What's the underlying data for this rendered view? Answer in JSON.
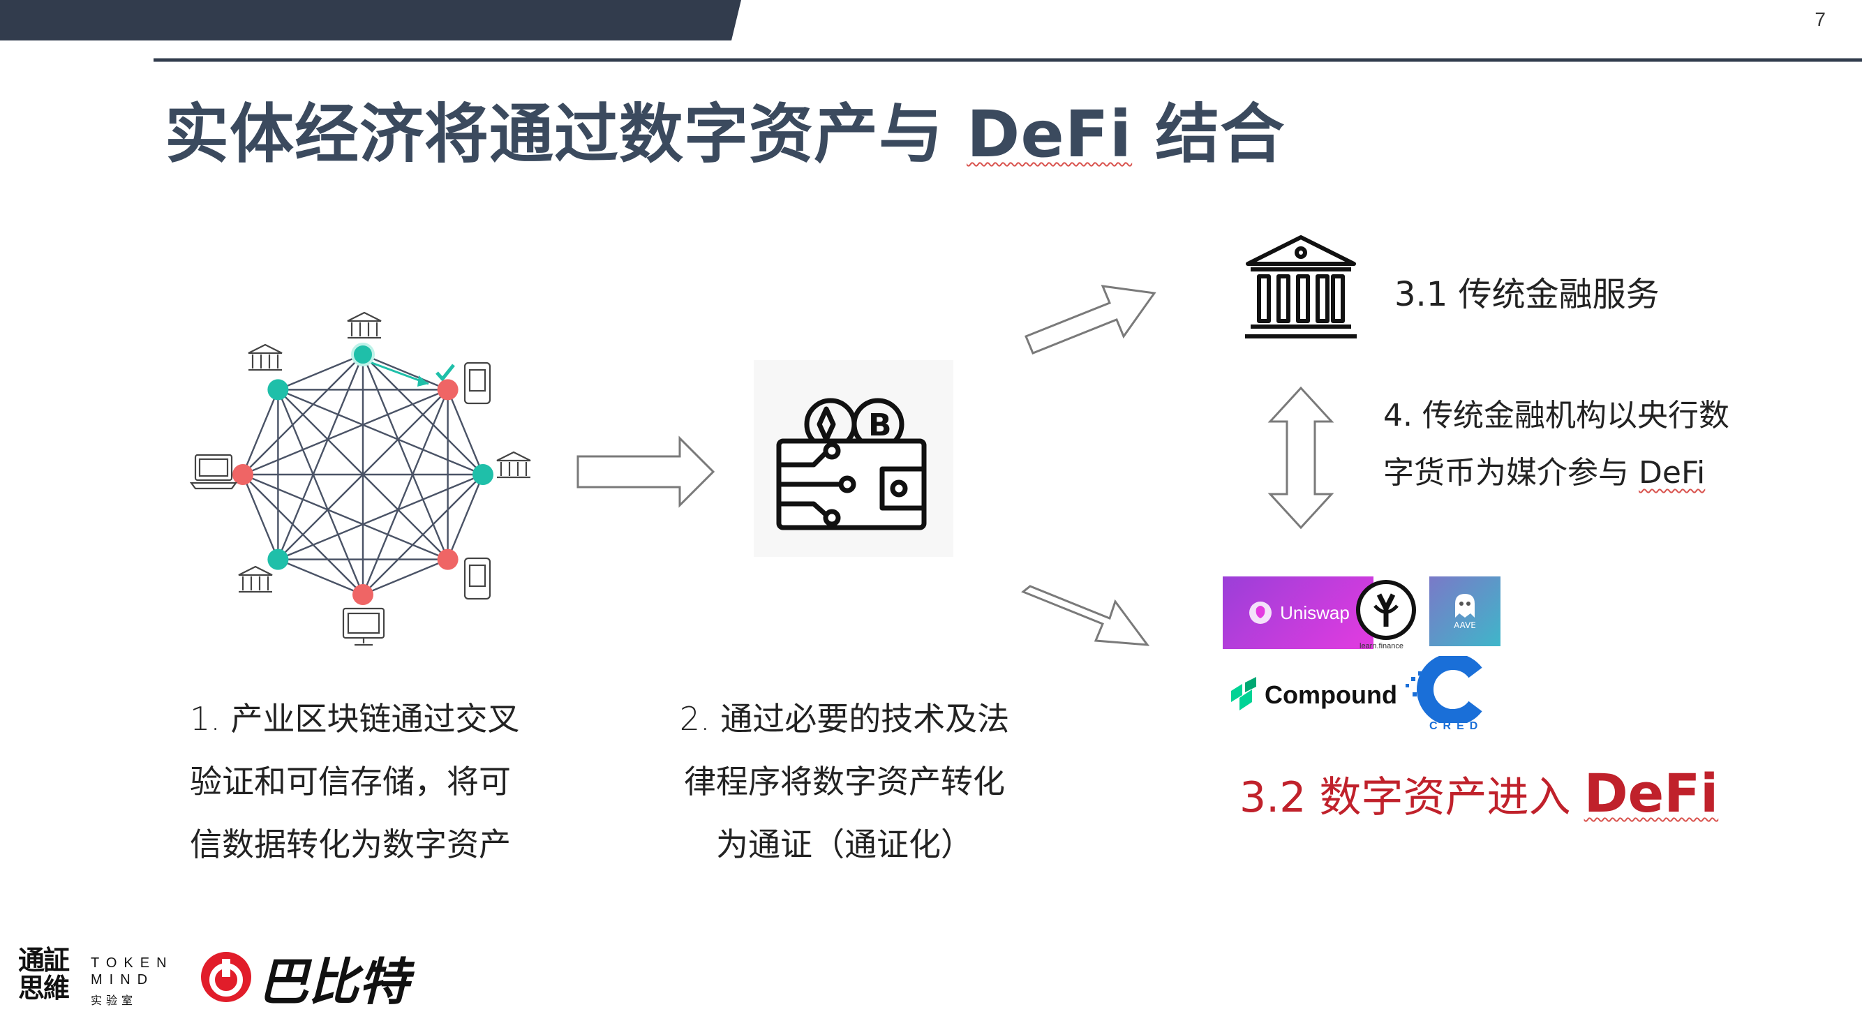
{
  "page_number": "7",
  "title": {
    "main": "实体经济将通过数字资产与 ",
    "defi": "DeFi",
    "tail": " 结合"
  },
  "captions": {
    "step1": [
      "1. 产业区块链通过交叉",
      "验证和可信存储，将可",
      "信数据转化为数字资产"
    ],
    "step2": [
      "2. 通过必要的技术及法",
      "律程序将数字资产转化",
      "为通证（通证化）"
    ]
  },
  "labels": {
    "traditional_finance": "3.1 传统金融服务",
    "bridge_line1": "4. 传统金融机构以央行数",
    "bridge_line2_prefix": "字货币为媒介参与 ",
    "bridge_line2_defi": "DeFi",
    "defi_prefix": "3.2 数字资产进入 ",
    "defi_big": "DeFi"
  },
  "logos": {
    "uniswap": "Uniswap",
    "learn_finance": "learn.finance",
    "aave": "AAVE",
    "compound": "Compound",
    "cred": "CRED",
    "token_mind": "TOKEN MIND",
    "token_mind_cn": "实验室",
    "token_mind_seal": "通証思維",
    "babite": "巴比特"
  },
  "colors": {
    "title": "#3b4a5e",
    "topbar": "#323c4d",
    "teal_node": "#1fbfa9",
    "red_node": "#ef6565",
    "defi_red": "#c0212b",
    "arrow_stroke": "#7a7a7a"
  },
  "icons": {
    "network": "blockchain-network-icon",
    "wallet": "crypto-wallet-icon",
    "bank": "bank-building-icon"
  }
}
